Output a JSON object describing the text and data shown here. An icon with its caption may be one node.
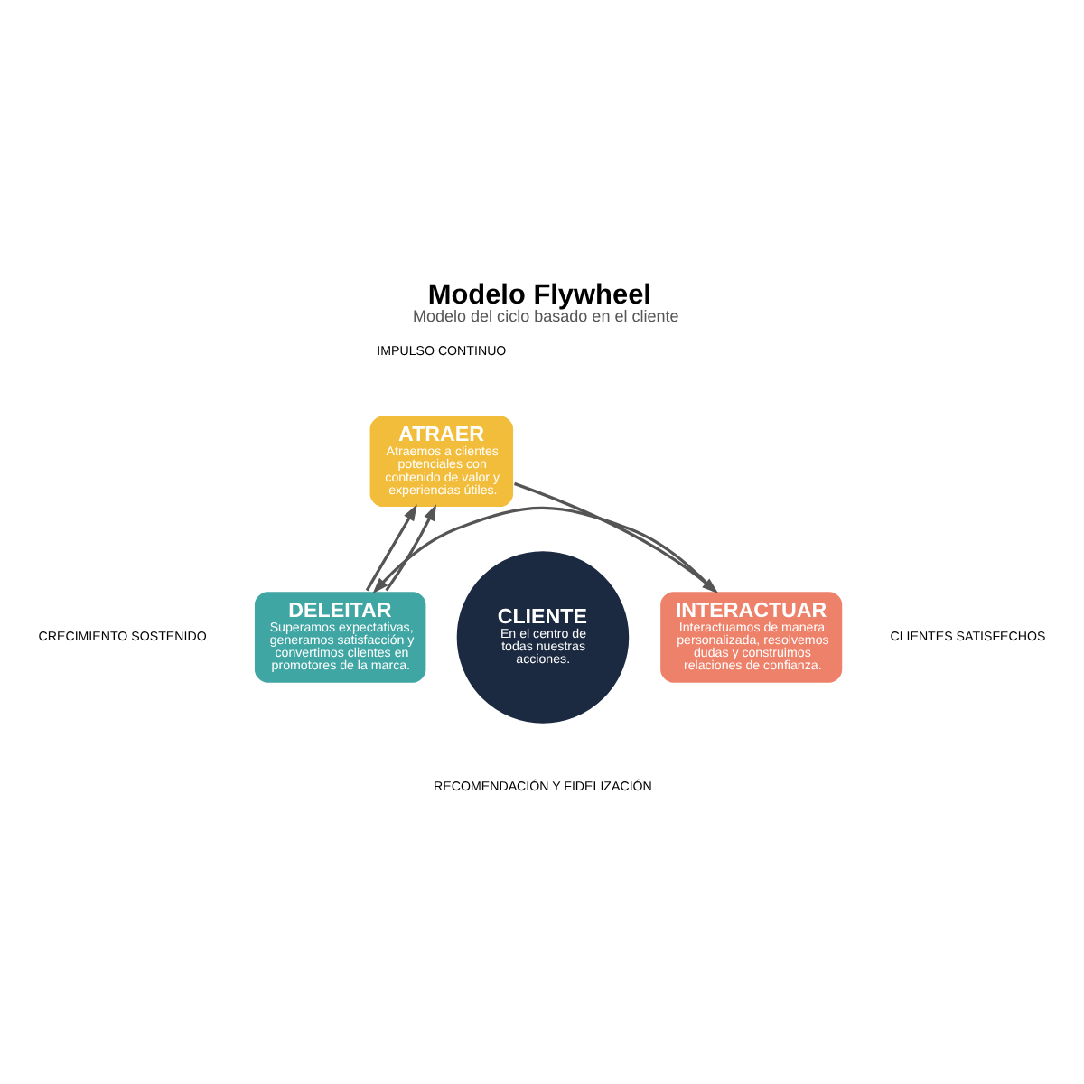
{
  "diagram": {
    "title": "Modelo Flywheel",
    "caption": "Modelo del ciclo basado en el cliente",
    "nodes": [
      {
        "text": [
          "ATRAER",
          "Atraemos a clientes potenciales con contenido de valor y experiencias útiles."
        ]
      },
      {
        "text": [
          "DELEITAR",
          "Superamos expectativas, generamos satisfacción y convertimos clientes en promotores de la marca."
        ]
      },
      {
        "text": [
          "CLIENTE",
          "En el centro de todas nuestras acciones."
        ]
      },
      {
        "text": [
          "INTERACTUAR",
          "Interactuamos de manera personalizada, resolvemos dudas y construimos relaciones de confianza."
        ]
      }
    ],
    "edges": [
      {
        "from": 1,
        "to": 0,
        "arrow": "to"
      },
      {
        "from": 0,
        "to": 3,
        "arrow": "to"
      },
      {
        "from": 3,
        "to": 1,
        "arrow": "to"
      },
      {
        "from": 1,
        "to": 0,
        "arrow": "to"
      }
    ],
    "labels": [
      "IMPULSO CONTINUO",
      "CRECIMIENTO SOSTENIDO",
      "CLIENTES SATISFECHOS",
      "RECOMENDACIÓN Y FIDELIZACIÓN"
    ]
  }
}
